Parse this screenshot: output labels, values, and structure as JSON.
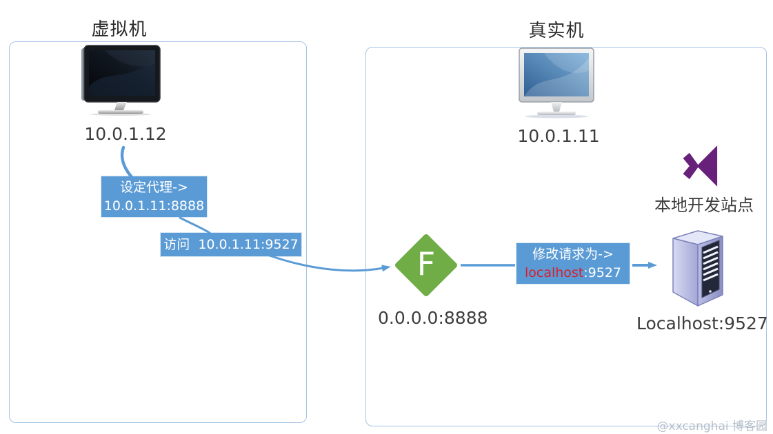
{
  "colors": {
    "accent_blue": "#5b9bd5",
    "panel_border_blue": "#a5c4e4",
    "fiddler_green": "#70ad47",
    "visual_studio_purple": "#68217a",
    "localhost_red": "#d81e2c",
    "text_dark": "#3d3d3d",
    "watermark_gray": "#b6bfc9"
  },
  "left_panel": {
    "title": "虚拟机",
    "ip": "10.0.1.12",
    "proxy_note": {
      "line1": "设定代理->",
      "line2": "10.0.1.11:8888"
    },
    "visit_note": "访问  10.0.1.11:9527"
  },
  "right_panel": {
    "title": "真实机",
    "ip": "10.0.1.11",
    "dev_site_label": "本地开发站点",
    "fiddler": {
      "letter": "F",
      "address": "0.0.0.0:8888"
    },
    "rewrite_note": {
      "line1": "修改请求为->",
      "host": "localhost",
      "port": ":9527"
    },
    "server_label": "Localhost:9527"
  },
  "icons": {
    "left_machine": "dark-monitor-icon",
    "right_machine": "blue-monitor-icon",
    "proxy": "fiddler-icon",
    "ide": "visual-studio-icon",
    "web_server": "server-tower-icon"
  },
  "watermark": "@xxcanghai 博客园"
}
